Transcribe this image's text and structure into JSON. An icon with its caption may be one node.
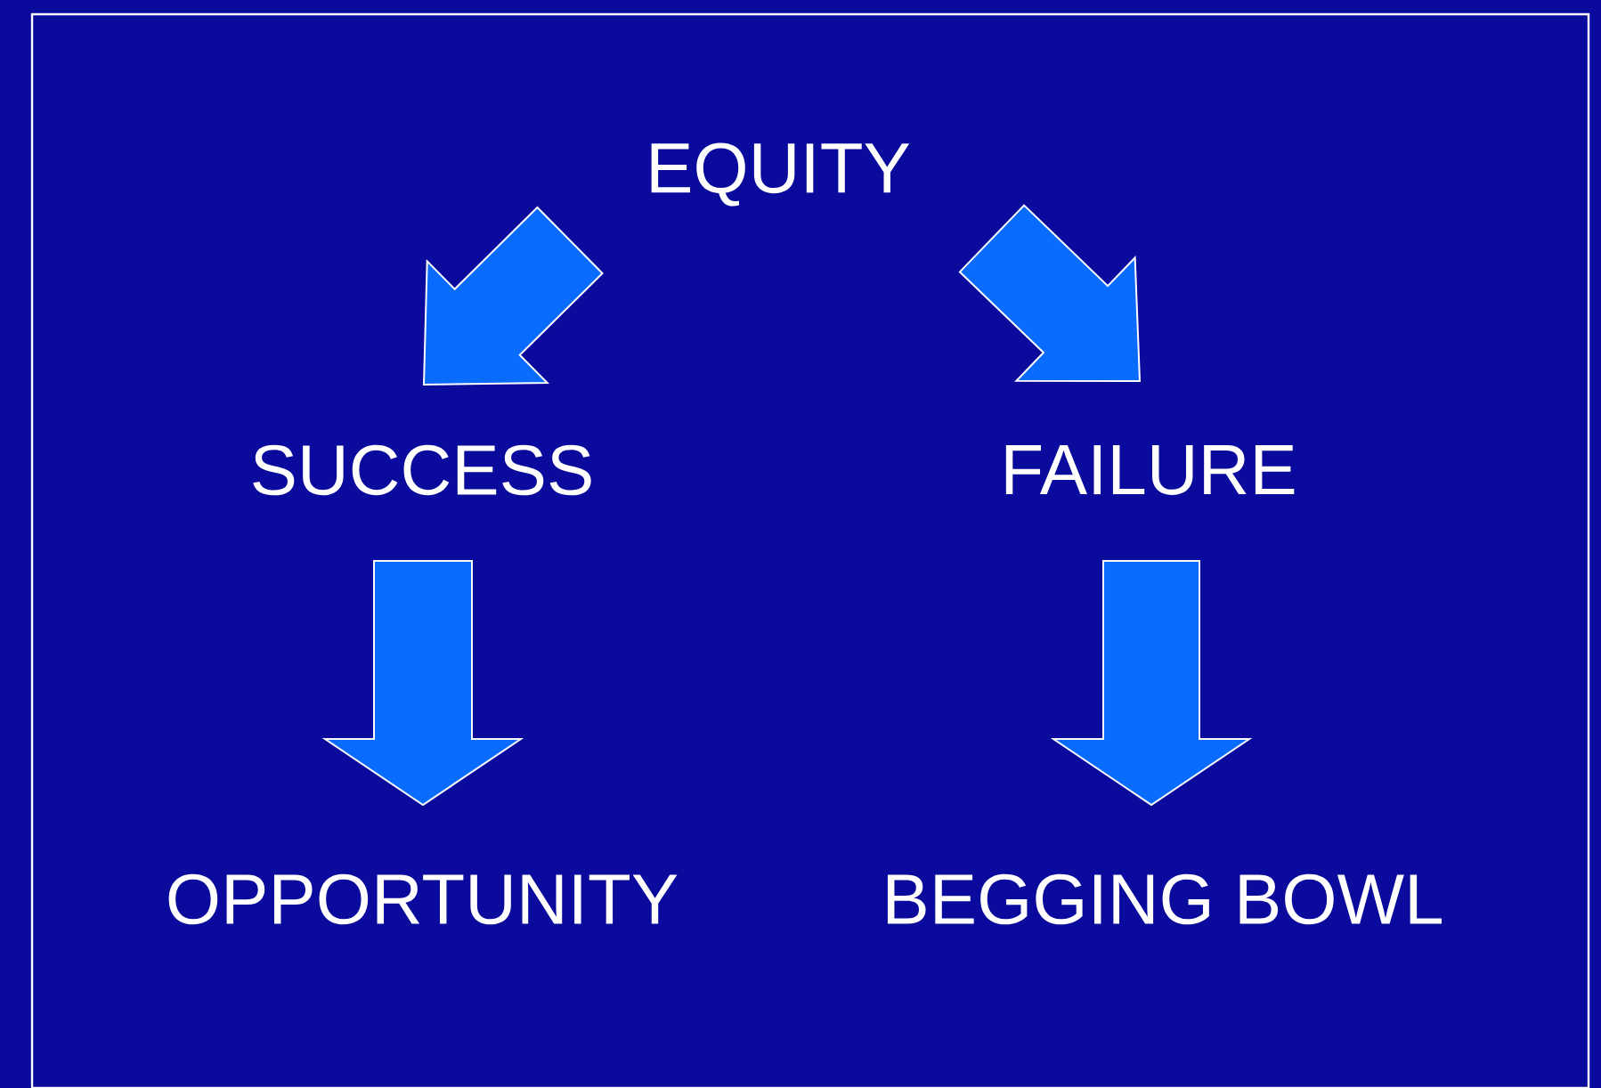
{
  "diagram": {
    "nodes": [
      {
        "text": [
          "EQUITY"
        ]
      },
      {
        "text": [
          "SUCCESS"
        ]
      },
      {
        "text": [
          "FAILURE"
        ]
      },
      {
        "text": [
          "OPPORTUNITY"
        ]
      },
      {
        "text": [
          "BEGGING BOWL"
        ]
      }
    ],
    "edges": [
      {
        "from": 0,
        "to": 1,
        "arrow": "to"
      },
      {
        "from": 0,
        "to": 2,
        "arrow": "to"
      },
      {
        "from": 1,
        "to": 3,
        "arrow": "to"
      },
      {
        "from": 2,
        "to": 4,
        "arrow": "to"
      }
    ]
  }
}
